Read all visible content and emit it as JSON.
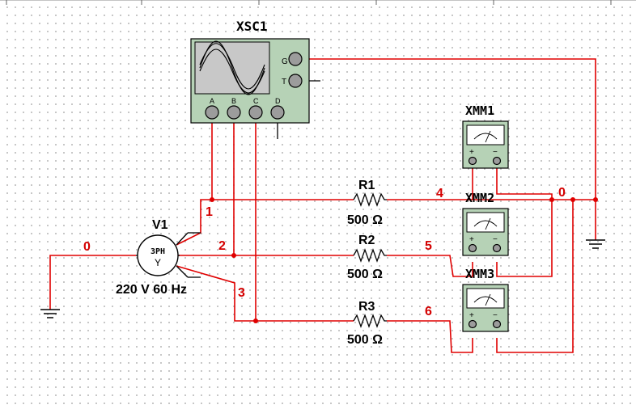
{
  "oscilloscope": {
    "name": "XSC1",
    "channels": [
      "A",
      "B",
      "C",
      "D"
    ],
    "side_terminals": [
      "G",
      "T"
    ]
  },
  "source": {
    "name": "V1",
    "symbol_top": "3PH",
    "symbol_bottom": "Y",
    "rating": "220 V 60 Hz"
  },
  "resistors": [
    {
      "name": "R1",
      "value": "500 Ω"
    },
    {
      "name": "R2",
      "value": "500 Ω"
    },
    {
      "name": "R3",
      "value": "500 Ω"
    }
  ],
  "multimeters": [
    {
      "name": "XMM1",
      "plus": "+",
      "minus": "−"
    },
    {
      "name": "XMM2",
      "plus": "+",
      "minus": "−"
    },
    {
      "name": "XMM3",
      "plus": "+",
      "minus": "−"
    }
  ],
  "nets": {
    "n1": "1",
    "n2": "2",
    "n3": "3",
    "n4": "4",
    "n5": "5",
    "n6": "6",
    "ground_left": "0",
    "ground_right": "0"
  },
  "colors": {
    "wire": "#e00000",
    "instrument_body": "#b6d2b6",
    "screen": "#c8c8c8"
  }
}
